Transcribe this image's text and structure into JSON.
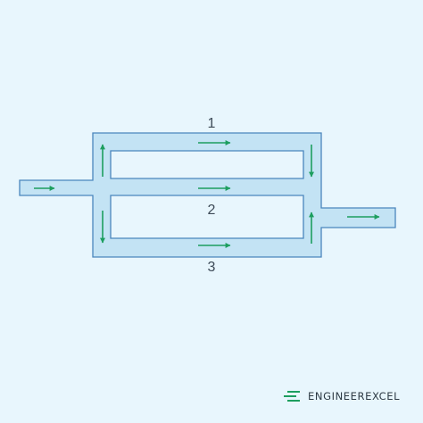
{
  "diagram": {
    "pipe_labels": {
      "branch_1": "1",
      "branch_2": "2",
      "branch_3": "3"
    },
    "colors": {
      "background": "#e8f6fd",
      "pipe_fill": "#c3e3f4",
      "pipe_outline": "#4a86bd",
      "flow_arrow": "#1d9e5f"
    }
  },
  "logo": {
    "text": "ENGINEEREXCEL",
    "icon": "logo-lines-icon"
  }
}
